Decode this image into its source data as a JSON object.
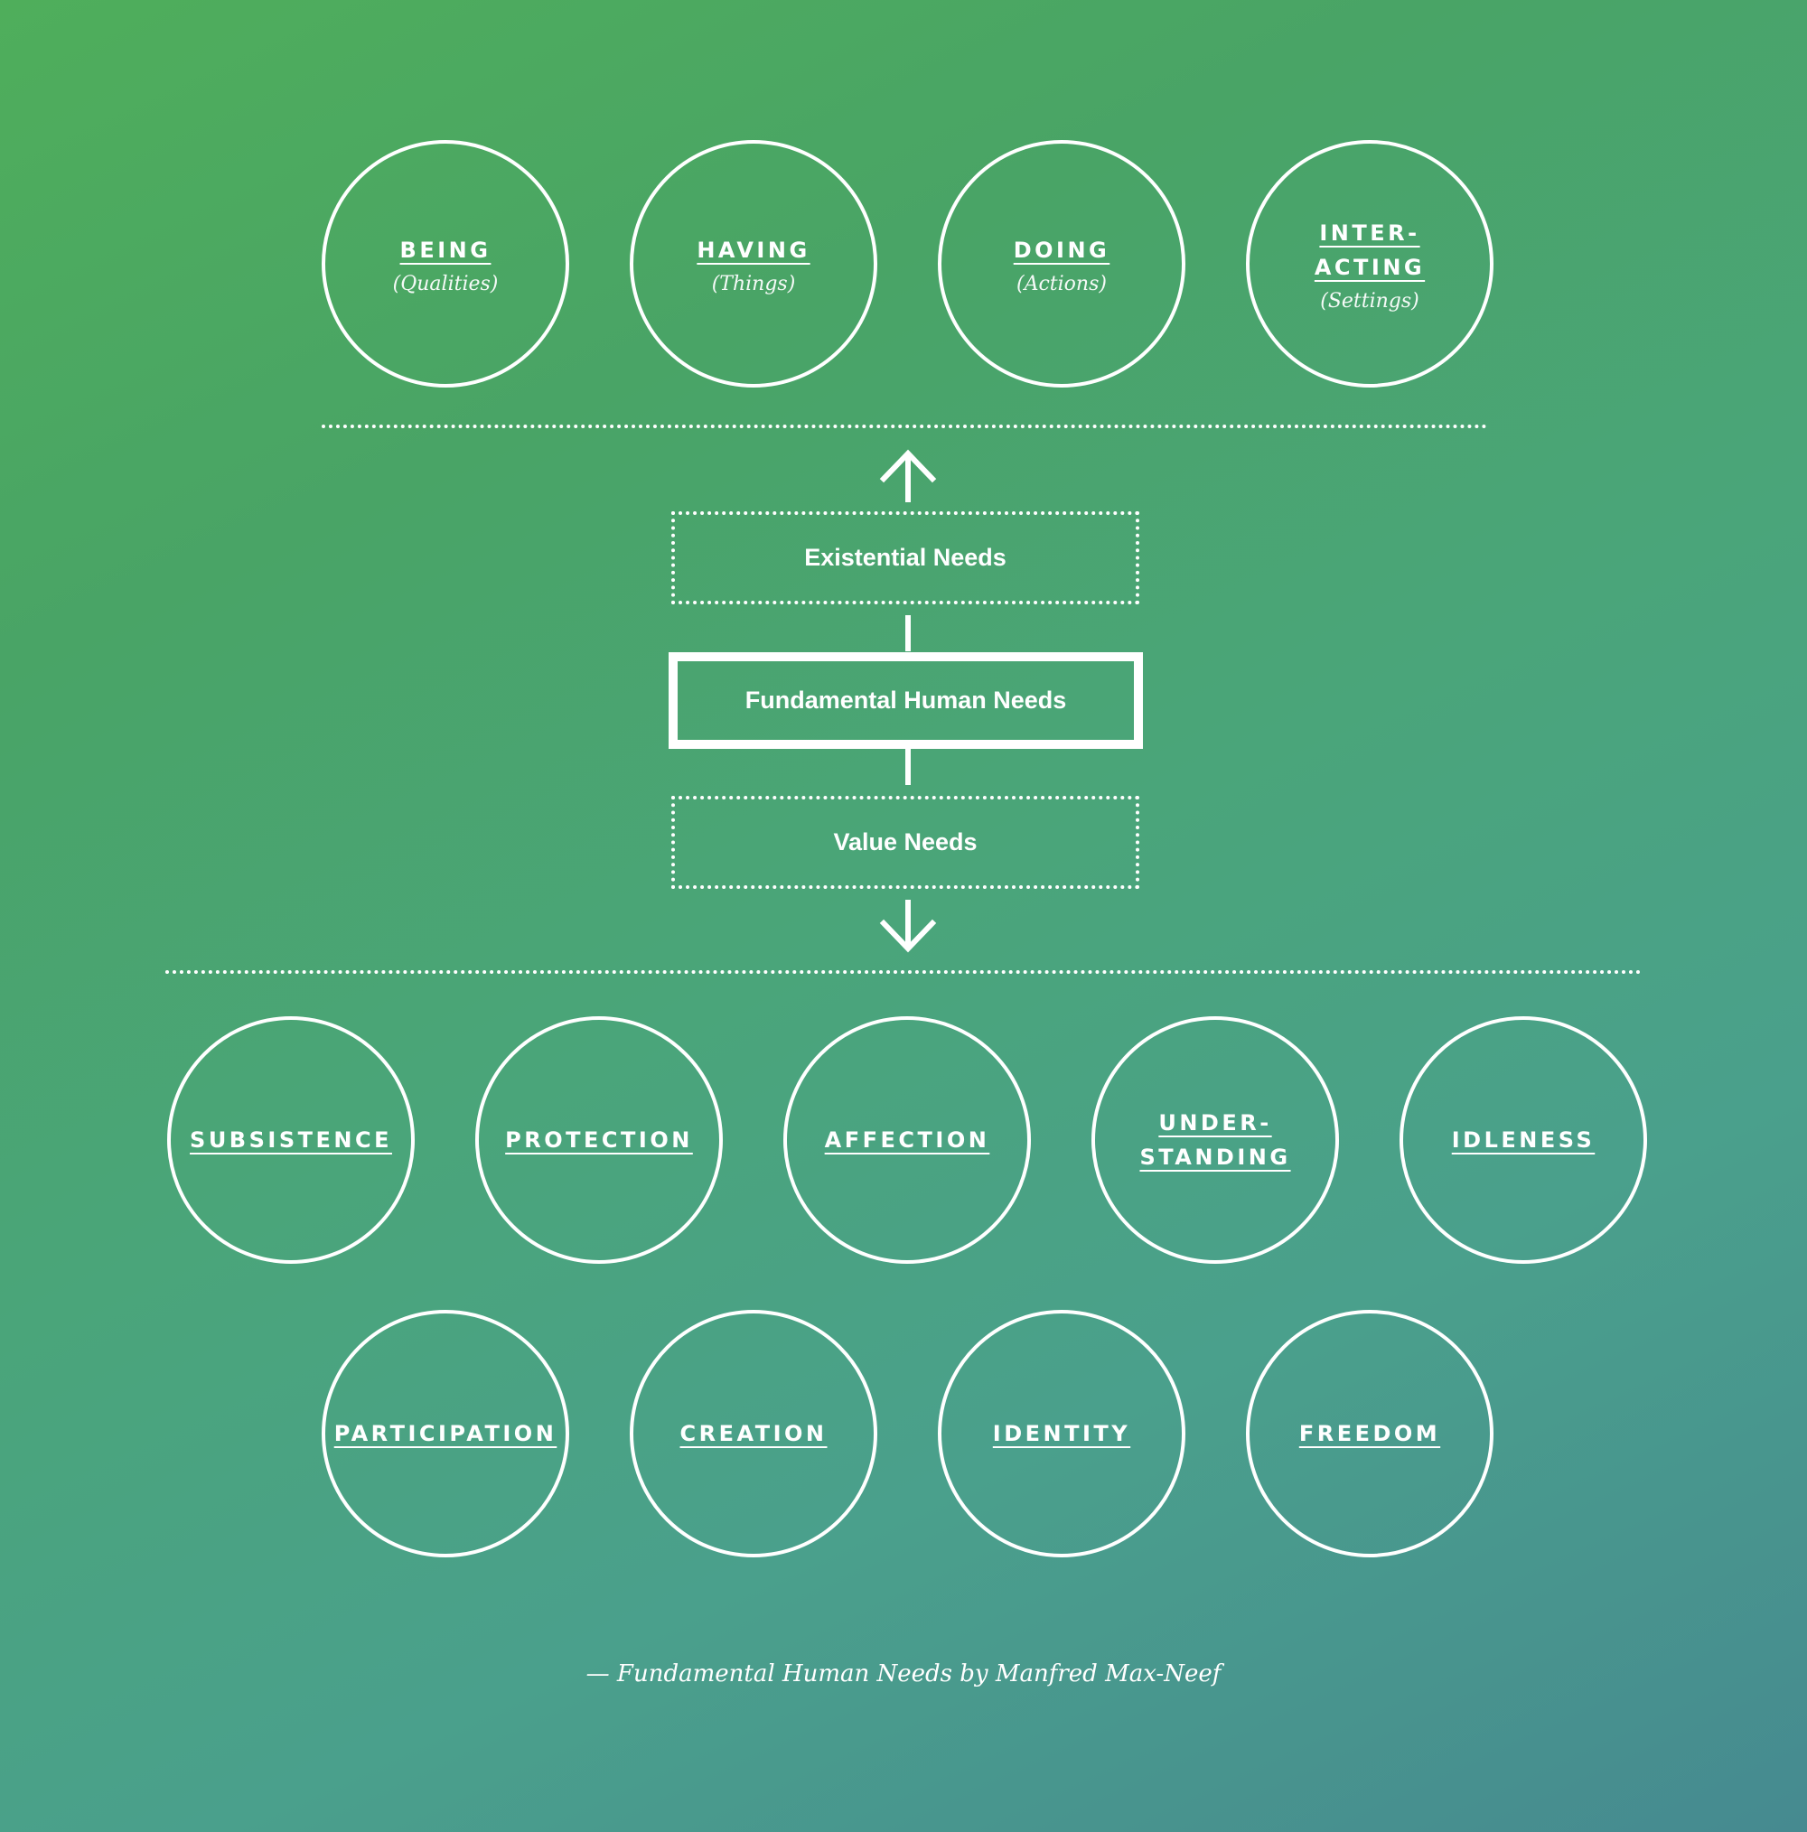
{
  "existential_categories": [
    {
      "title": "BEING",
      "subtitle": "(Qualities)"
    },
    {
      "title": "HAVING",
      "subtitle": "(Things)"
    },
    {
      "title": "DOING",
      "subtitle": "(Actions)"
    },
    {
      "title": "INTER-\nACTING",
      "subtitle": "(Settings)"
    }
  ],
  "existential_needs_label": "Existential Needs",
  "fundamental_label": "Fundamental Human Needs",
  "value_needs_label": "Value Needs",
  "value_needs_row1": [
    {
      "title": "SUBSISTENCE"
    },
    {
      "title": "PROTECTION"
    },
    {
      "title": "AFFECTION"
    },
    {
      "title": "UNDER-\nSTANDING"
    },
    {
      "title": "IDLENESS"
    }
  ],
  "value_needs_row2": [
    {
      "title": "PARTICIPATION"
    },
    {
      "title": "CREATION"
    },
    {
      "title": "IDENTITY"
    },
    {
      "title": "FREEDOM"
    }
  ],
  "caption": "— Fundamental Human Needs by Manfred Max-Neef",
  "colors": {
    "stroke": "#ffffff",
    "gradient_start": "#4fae5b",
    "gradient_end": "#468a90"
  },
  "icons": [
    "arrow-up-icon",
    "arrow-down-icon"
  ]
}
